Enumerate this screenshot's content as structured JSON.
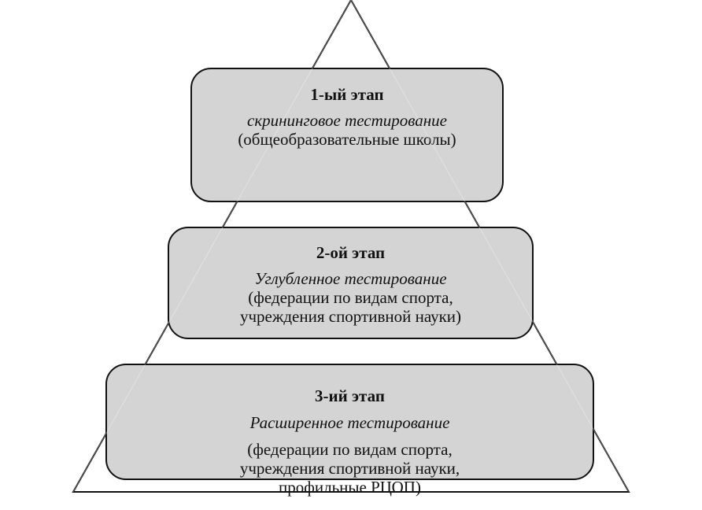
{
  "colors": {
    "box_fill": "#d4d4d4",
    "outline": "#111111",
    "background": "#ffffff"
  },
  "stages": [
    {
      "title": "3-ий этап",
      "subtitle": "Расширенное тестирование",
      "note": "(федерации по видам спорта,\nучреждения спортивной науки,\nпрофильные РЦОП)"
    },
    {
      "title": "2-ой этап",
      "subtitle": "Углубленное тестирование",
      "note": "(федерации по видам спорта,\nучреждения спортивной науки)"
    },
    {
      "title": "1-ый этап",
      "subtitle": "скрининговое тестирование",
      "note": "(общеобразовательные школы)"
    }
  ]
}
